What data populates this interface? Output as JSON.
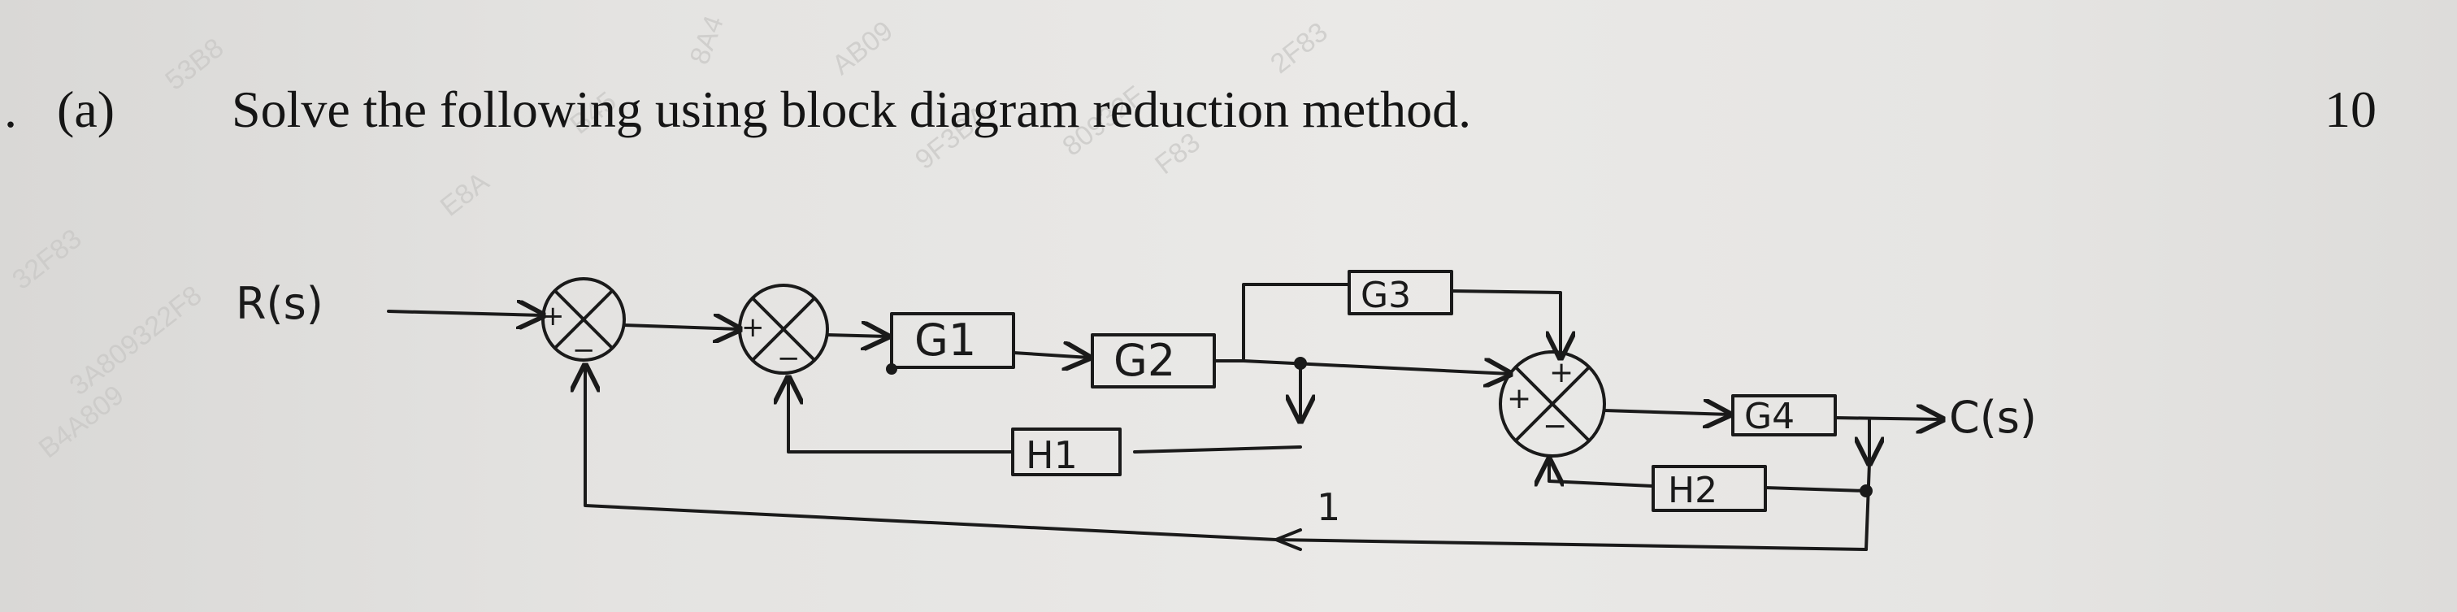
{
  "question": {
    "bullet": ".",
    "part": "(a)",
    "text": "Solve the following using block diagram reduction method.",
    "marks": "10"
  },
  "diagram": {
    "input": "R(s)",
    "output": "C(s)",
    "blocks": {
      "g1": "G1",
      "g2": "G2",
      "g3": "G3",
      "g4": "G4",
      "h1": "H1",
      "h2": "H2"
    },
    "unity_feedback_label": "1",
    "signs": {
      "sum1": [
        "+",
        "−"
      ],
      "sum2": [
        "+",
        "−"
      ],
      "sum3": [
        "+",
        "+",
        "−"
      ]
    }
  },
  "watermark": {
    "fragments": [
      "32F83",
      "B4A809",
      "3A809322F8",
      "53B8",
      "9F3BA",
      "AB09",
      "8A4",
      "80932F",
      "E8A",
      "B45",
      "F83",
      "2F83"
    ]
  }
}
